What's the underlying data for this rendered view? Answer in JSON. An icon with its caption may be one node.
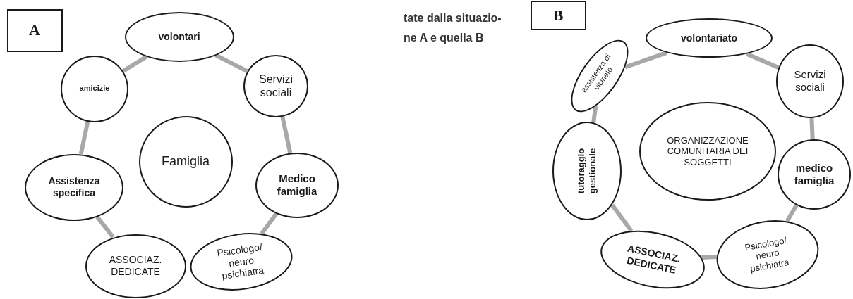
{
  "diagram": {
    "nodes": [
      {
        "text": [
          "A"
        ]
      },
      {
        "text": [
          "volontari"
        ]
      },
      {
        "text": [
          "amicizie"
        ]
      },
      {
        "text": [
          "Servizi sociali"
        ]
      },
      {
        "text": [
          "Famiglia"
        ]
      },
      {
        "text": [
          "Assistenza specifica"
        ]
      },
      {
        "text": [
          "Medico famiglia"
        ]
      },
      {
        "text": [
          "ASSOCIAZ. DEDICATE"
        ]
      },
      {
        "text": [
          "Psicologo/ neuro psichiatra"
        ]
      },
      {
        "text": [
          "B"
        ]
      },
      {
        "text": [
          "volontariato"
        ]
      },
      {
        "text": [
          "assistenza di vicinato"
        ]
      },
      {
        "text": [
          "Servizi sociali"
        ]
      },
      {
        "text": [
          "ORGANIZZAZIONE COMUNITARIA DEI SOGGETTI"
        ]
      },
      {
        "text": [
          "tutoraggio gestionale"
        ]
      },
      {
        "text": [
          "medico famiglia"
        ]
      },
      {
        "text": [
          "ASSOCIAZ. DEDICATE"
        ]
      },
      {
        "text": [
          "Psicologo/ neuro psichiatra"
        ]
      }
    ],
    "edges": [
      {
        "from": 2,
        "to": 1,
        "arrow": "none"
      },
      {
        "from": 1,
        "to": 3,
        "arrow": "none"
      },
      {
        "from": 3,
        "to": 6,
        "arrow": "none"
      },
      {
        "from": 6,
        "to": 8,
        "arrow": "none"
      },
      {
        "from": 5,
        "to": 2,
        "arrow": "none"
      },
      {
        "from": 7,
        "to": 5,
        "arrow": "none"
      },
      {
        "from": 11,
        "to": 10,
        "arrow": "none"
      },
      {
        "from": 10,
        "to": 12,
        "arrow": "none"
      },
      {
        "from": 12,
        "to": 15,
        "arrow": "none"
      },
      {
        "from": 15,
        "to": 17,
        "arrow": "none"
      },
      {
        "from": 17,
        "to": 16,
        "arrow": "none"
      },
      {
        "from": 16,
        "to": 14,
        "arrow": "none"
      },
      {
        "from": 14,
        "to": 11,
        "arrow": "none"
      }
    ],
    "labels": [
      "tate dalla situazio- ne A e quella B"
    ]
  }
}
